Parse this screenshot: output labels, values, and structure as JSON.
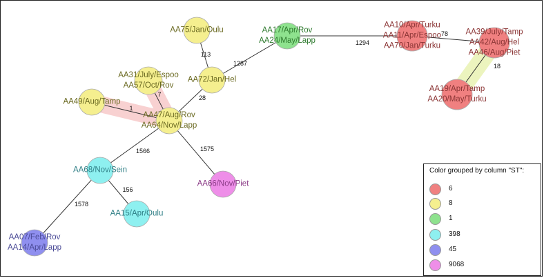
{
  "legend": {
    "title": "Color grouped by column \"ST\":",
    "items": [
      {
        "label": "6",
        "color": "#f08080"
      },
      {
        "label": "8",
        "color": "#f5ef8f"
      },
      {
        "label": "1",
        "color": "#8ee28e"
      },
      {
        "label": "398",
        "color": "#8ef0f0"
      },
      {
        "label": "45",
        "color": "#8f8fef"
      },
      {
        "label": "9068",
        "color": "#ee8ee8"
      }
    ]
  },
  "nodes": [
    {
      "id": "st6a",
      "st": "6",
      "lines": [
        "AA10/Apr/Turku",
        "AA11/Apr/Espoo",
        "AA70/Jan/Turku"
      ]
    },
    {
      "id": "st6b",
      "st": "6",
      "lines": [
        "AA39/July/Tamp",
        "AA42/Aug/Hel",
        "AA46/Aug/Piet"
      ]
    },
    {
      "id": "st6c",
      "st": "6",
      "lines": [
        "AA19/Apr/Tamp",
        "AA20/May/Turku"
      ]
    },
    {
      "id": "st1",
      "st": "1",
      "lines": [
        "AA17/Apr/Rov",
        "AA24/May/Lapp"
      ]
    },
    {
      "id": "st8a",
      "st": "8",
      "lines": [
        "AA75/Jan/Oulu"
      ]
    },
    {
      "id": "st8b",
      "st": "8",
      "lines": [
        "AA72/Jan/Hel"
      ]
    },
    {
      "id": "st8c",
      "st": "8",
      "lines": [
        "AA31/July/Espoo",
        "AA57/Oct/Rov"
      ]
    },
    {
      "id": "st8d",
      "st": "8",
      "lines": [
        "AA49/Aug/Tamp"
      ]
    },
    {
      "id": "st8e",
      "st": "8",
      "lines": [
        "AA47/Aug/Rov",
        "AA64/Nov/Lapp"
      ]
    },
    {
      "id": "st9068",
      "st": "9068",
      "lines": [
        "AA66/Nov/Piet"
      ]
    },
    {
      "id": "st398a",
      "st": "398",
      "lines": [
        "AA68/Nov/Sein"
      ]
    },
    {
      "id": "st398b",
      "st": "398",
      "lines": [
        "AA15/Apr/Oulu"
      ]
    },
    {
      "id": "st45",
      "st": "45",
      "lines": [
        "AA07/Feb/Rov",
        "AA14/Apr/Lapp"
      ]
    }
  ],
  "edges": [
    {
      "from": "st8b",
      "to": "st8a",
      "label": "113"
    },
    {
      "from": "st8b",
      "to": "st1",
      "label": "1287"
    },
    {
      "from": "st1",
      "to": "st6a",
      "label": "1294"
    },
    {
      "from": "st6a",
      "to": "st6b",
      "label": "78"
    },
    {
      "from": "st6b",
      "to": "st6c",
      "label": "18"
    },
    {
      "from": "st8e",
      "to": "st8b",
      "label": "28"
    },
    {
      "from": "st8e",
      "to": "st8c",
      "label": "7"
    },
    {
      "from": "st8e",
      "to": "st8d",
      "label": "1"
    },
    {
      "from": "st8e",
      "to": "st9068",
      "label": "1575"
    },
    {
      "from": "st8e",
      "to": "st398a",
      "label": "1566"
    },
    {
      "from": "st398a",
      "to": "st398b",
      "label": "156"
    },
    {
      "from": "st398a",
      "to": "st45",
      "label": "1578"
    }
  ]
}
